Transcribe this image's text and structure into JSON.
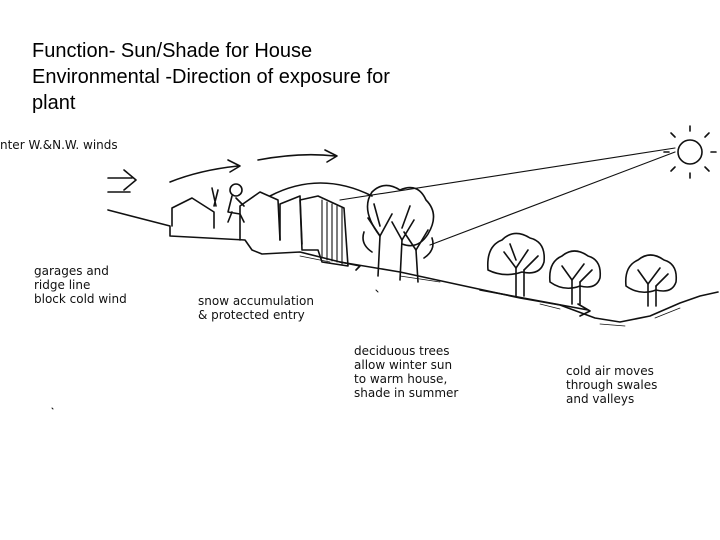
{
  "title_lines": [
    "Function- Sun/Shade for House",
    "Environmental -Direction of exposure for",
    "plant"
  ],
  "labels": {
    "winds": "nter W.&N.W. winds",
    "garages": [
      "garages and",
      "ridge line",
      "block cold wind"
    ],
    "snow": [
      "snow accumulation",
      "& protected entry"
    ],
    "deciduous": [
      "deciduous trees",
      "allow winter sun",
      "to warm house,",
      "shade in summer"
    ],
    "cold_air": [
      "cold air moves",
      "through swales",
      "and valleys"
    ]
  },
  "colors": {
    "ink": "#111111",
    "background": "#ffffff"
  },
  "icons": [
    "sun-icon",
    "wind-arrow-icon",
    "tree-icon",
    "house-icon",
    "person-icon"
  ]
}
